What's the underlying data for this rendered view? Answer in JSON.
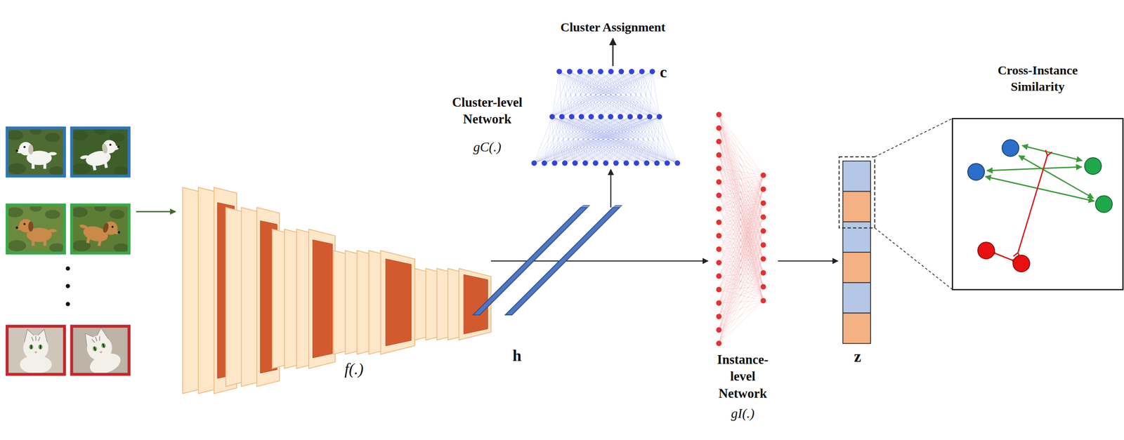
{
  "diagram": {
    "nodes": [
      {
        "text": [
          "f(.)"
        ]
      },
      {
        "text": [
          "h"
        ]
      },
      {
        "text": [
          "Cluster-level Network",
          "gC(.)",
          "c"
        ]
      },
      {
        "text": [
          "Instance-level Network",
          "gI(.)"
        ]
      },
      {
        "text": [
          "z"
        ]
      },
      {
        "text": [
          "Cross-Instance Similarity"
        ]
      }
    ],
    "edges": [
      {
        "from": 1,
        "to": 2,
        "arrow": "to"
      },
      {
        "from": 1,
        "to": 3,
        "arrow": "to"
      },
      {
        "from": 3,
        "to": 4,
        "arrow": "to"
      }
    ],
    "labels": [
      "Cluster Assignment"
    ]
  }
}
